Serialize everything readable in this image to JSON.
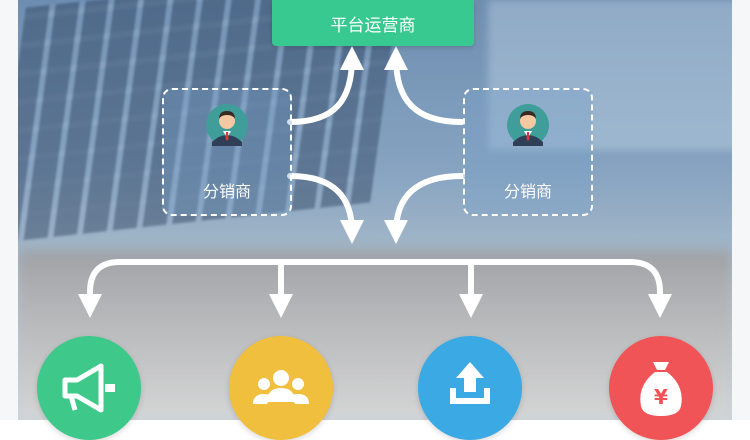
{
  "diagram": {
    "platform_label": "平台运营商",
    "distributors": [
      {
        "label": "分销商"
      },
      {
        "label": "分销商"
      }
    ],
    "outcomes": [
      {
        "icon": "megaphone-icon",
        "color": "#3ec98a"
      },
      {
        "icon": "people-icon",
        "color": "#f0bf3d"
      },
      {
        "icon": "upload-icon",
        "color": "#3aa9e4"
      },
      {
        "icon": "money-bag-icon",
        "color": "#f05457"
      }
    ],
    "money_symbol": "¥"
  }
}
